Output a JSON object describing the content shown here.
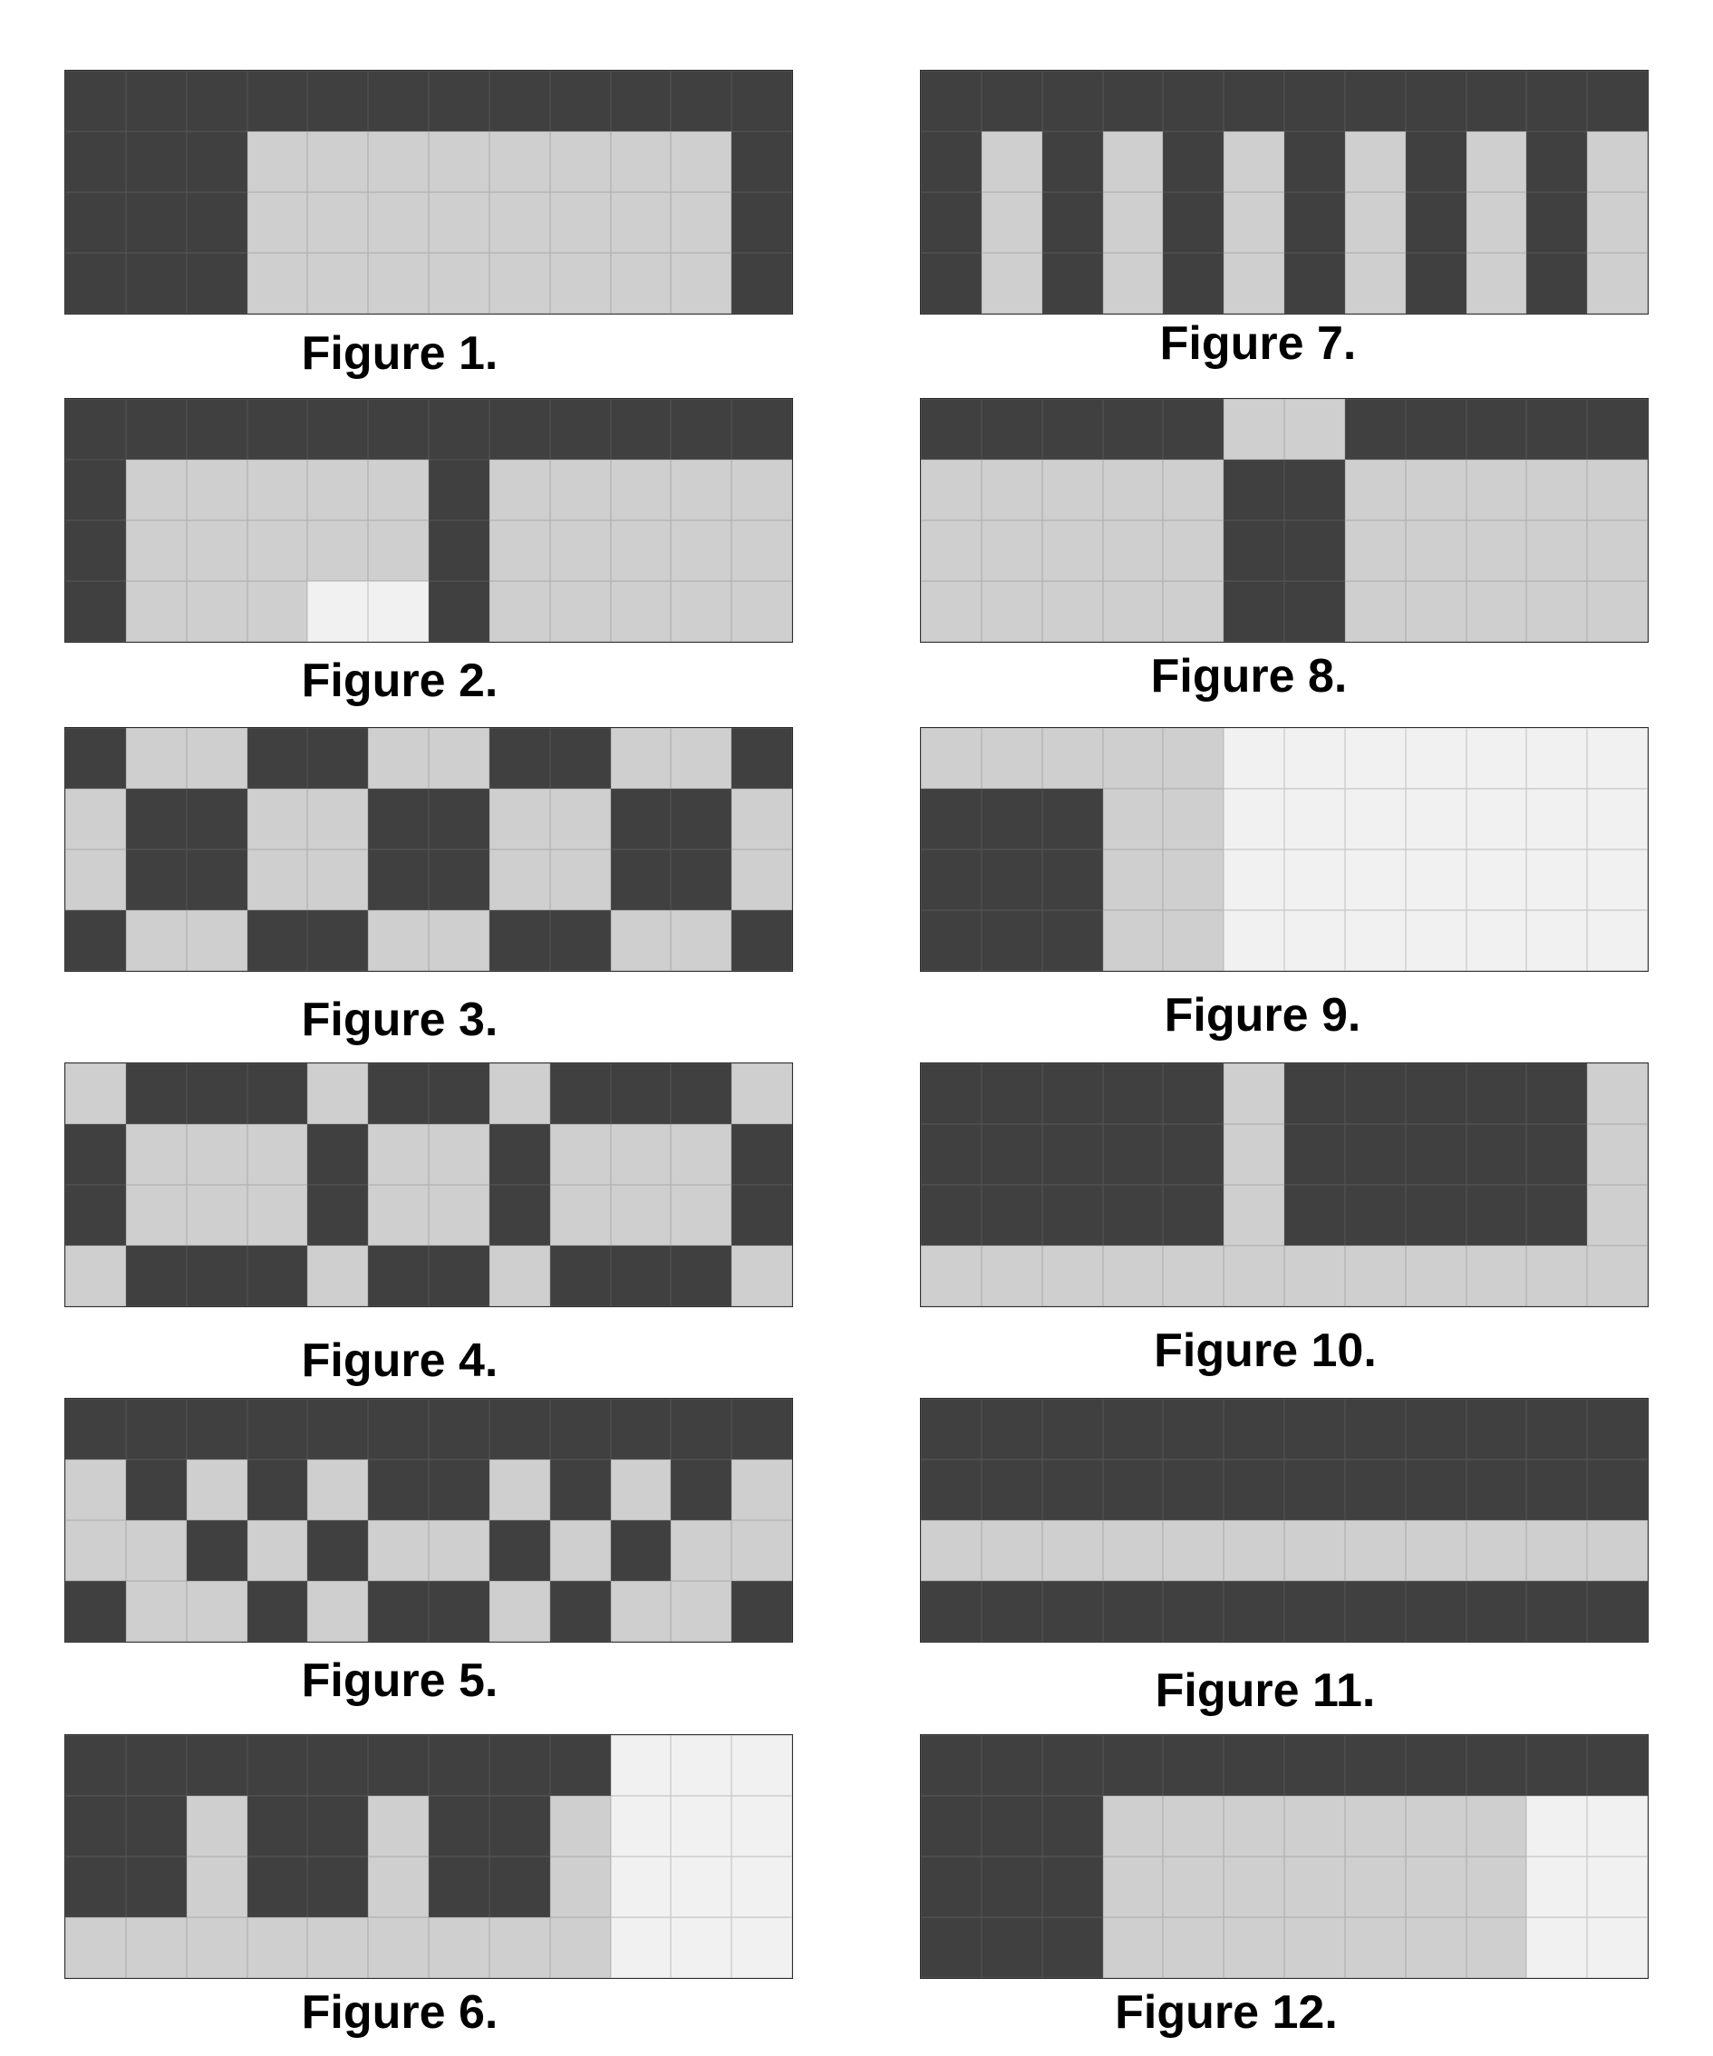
{
  "colors": {
    "D": "#404040",
    "L": "#d0cfd0",
    "W": "#f1f1f1"
  },
  "figures": [
    {
      "caption": "Figure 1.",
      "rows": [
        "DDDDDDDDDDDD",
        "DDDLLLLLLLLD",
        "DDDLLLLLLLLD",
        "DDDLLLLLLLLD"
      ]
    },
    {
      "caption": "Figure 2.",
      "rows": [
        "DDDDDDDDDDDD",
        "DLLLLLDLLLLL",
        "DLLLLLDLLLLL",
        "DLLLWWDLLLLL"
      ]
    },
    {
      "caption": "Figure 3.",
      "rows": [
        "DLLDDLLDDLLD",
        "LDDLLDDLLDDL",
        "LDDLLDDLLDDL",
        "DLLDDLLDDLLD"
      ]
    },
    {
      "caption": "Figure 4.",
      "rows": [
        "LDDDLDDLDDDL",
        "DLLLDLLDLLLD",
        "DLLLDLLDLLLD",
        "LDDDLDDLDDDL"
      ]
    },
    {
      "caption": "Figure 5.",
      "rows": [
        "DDDDDDDDDDDD",
        "LDLDLDDLDLDL",
        "LLDLDLLDLDLL",
        "DLLDLDDLDLLD"
      ]
    },
    {
      "caption": "Figure 6.",
      "rows": [
        "DDDDDDDDDWWW",
        "DDLDDLDDLWWW",
        "DDLDDLDDLWWW",
        "LLLLLLLLLWWW"
      ]
    },
    {
      "caption": "Figure 7.",
      "rows": [
        "DDDDDDDDDDDD",
        "DLDLDLDLDLDL",
        "DLDLDLDLDLDL",
        "DLDLDLDLDLDL"
      ]
    },
    {
      "caption": "Figure 8.",
      "rows": [
        "DDDDDLLDDDDD",
        "LLLLLDDLLLLL",
        "LLLLLDDLLLLL",
        "LLLLLDDLLLLL"
      ]
    },
    {
      "caption": "Figure 9.",
      "rows": [
        "LLLLLWWWWWWW",
        "DDDLLWWWWWWW",
        "DDDLLWWWWWWW",
        "DDDLLWWWWWWW"
      ]
    },
    {
      "caption": "Figure 10.",
      "rows": [
        "DDDDDLDDDDDL",
        "DDDDDLDDDDDL",
        "DDDDDLDDDDDL",
        "LLLLLLLLLLLL"
      ]
    },
    {
      "caption": "Figure 11.",
      "rows": [
        "DDDDDDDDDDDD",
        "DDDDDDDDDDDD",
        "LLLLLLLLLLLL",
        "DDDDDDDDDDDD"
      ]
    },
    {
      "caption": "Figure 12.",
      "rows": [
        "DDDDDDDDDDDD",
        "DDDLLLLLLLWW",
        "DDDLLLLLLLWW",
        "DDDLLLLLLLWW"
      ]
    }
  ]
}
